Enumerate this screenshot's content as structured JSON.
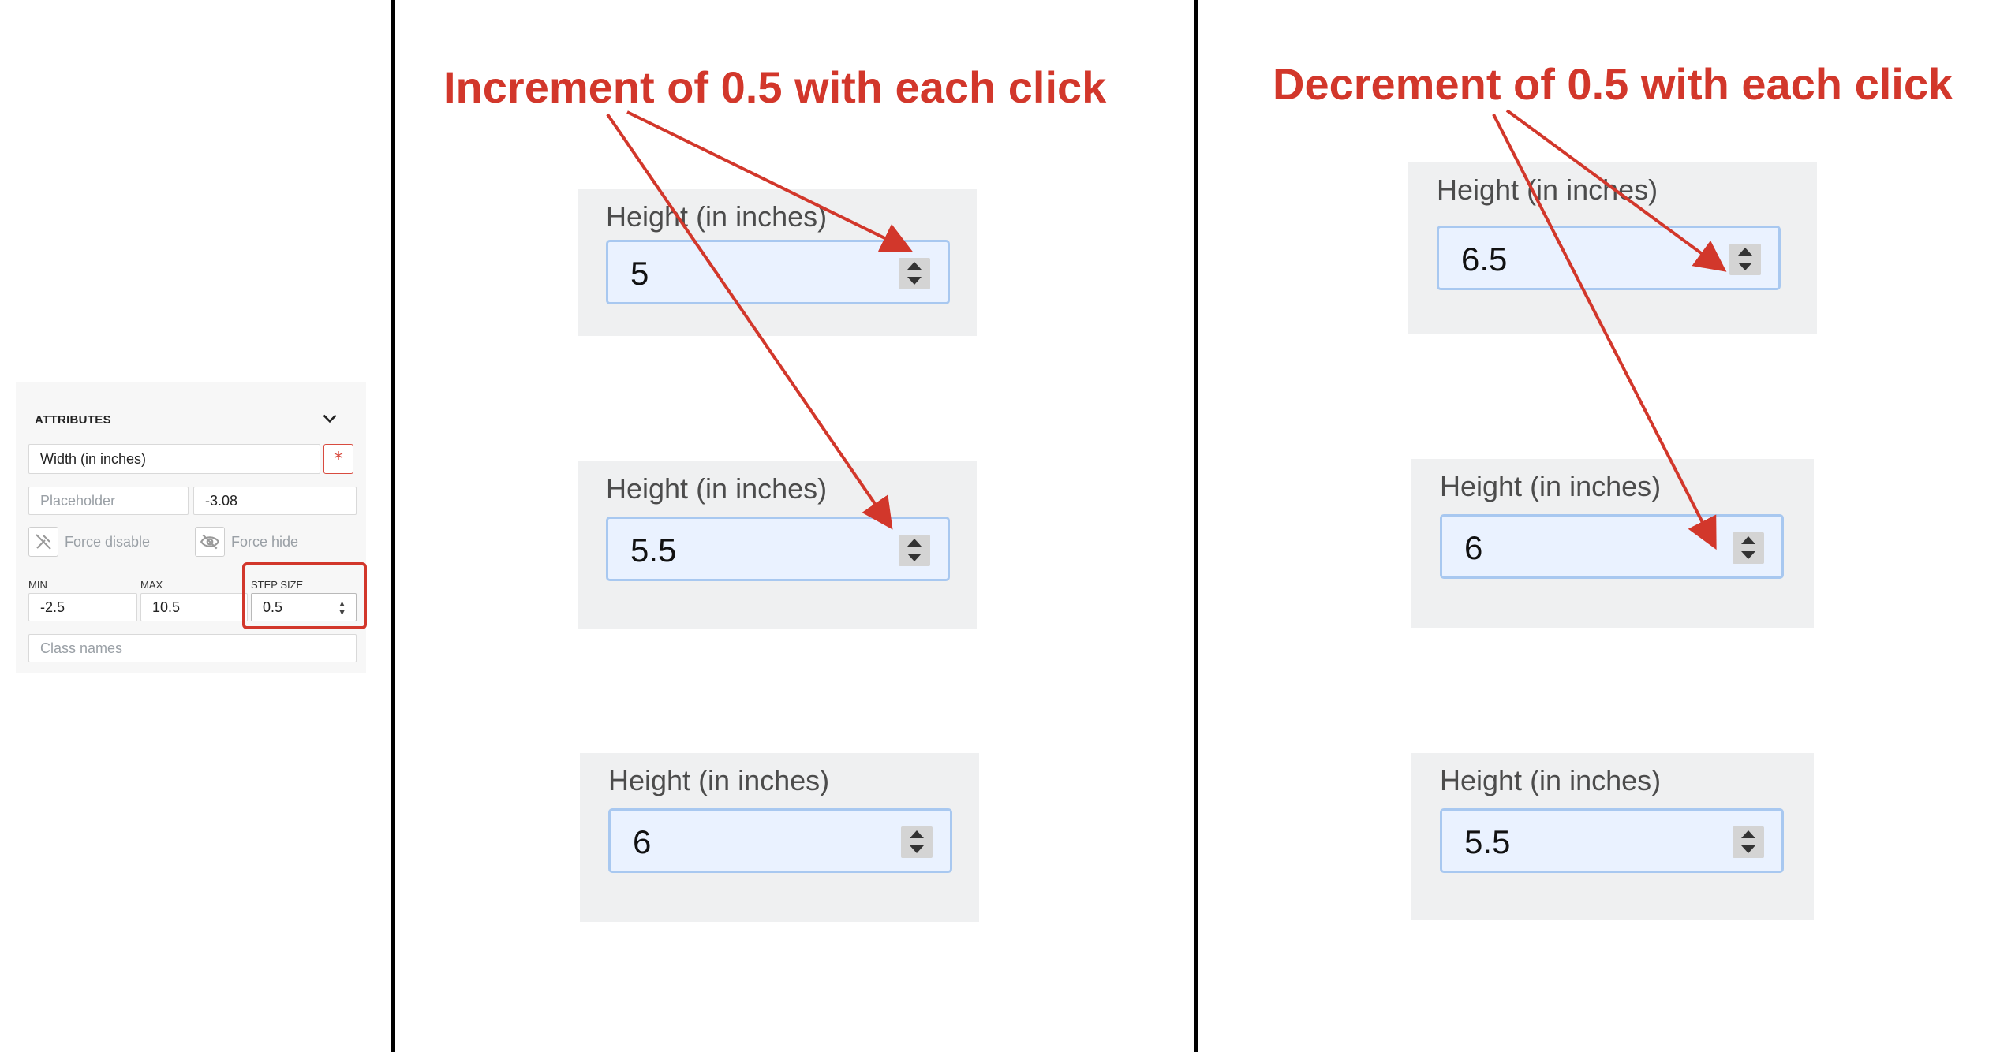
{
  "attributes_panel": {
    "header": "ATTRIBUTES",
    "label_value": "Width (in inches)",
    "placeholder_placeholder": "Placeholder",
    "default_value": "-3.08",
    "force_disable_label": "Force disable",
    "force_hide_label": "Force hide",
    "min_label": "MIN",
    "min_value": "-2.5",
    "max_label": "MAX",
    "max_value": "10.5",
    "step_label": "STEP SIZE",
    "step_value": "0.5",
    "class_names_placeholder": "Class names",
    "required_symbol": "*"
  },
  "increment_section": {
    "title": "Increment of 0.5 with each click",
    "cards": [
      {
        "label": "Height (in inches)",
        "value": "5"
      },
      {
        "label": "Height (in inches)",
        "value": "5.5"
      },
      {
        "label": "Height (in inches)",
        "value": "6"
      }
    ]
  },
  "decrement_section": {
    "title": "Decrement of 0.5 with each click",
    "cards": [
      {
        "label": "Height (in inches)",
        "value": "6.5"
      },
      {
        "label": "Height (in inches)",
        "value": "6"
      },
      {
        "label": "Height (in inches)",
        "value": "5.5"
      }
    ]
  },
  "colors": {
    "annotation": "#d2372b",
    "input_bg": "#eaf2ff",
    "card_bg": "#eff0f1"
  }
}
